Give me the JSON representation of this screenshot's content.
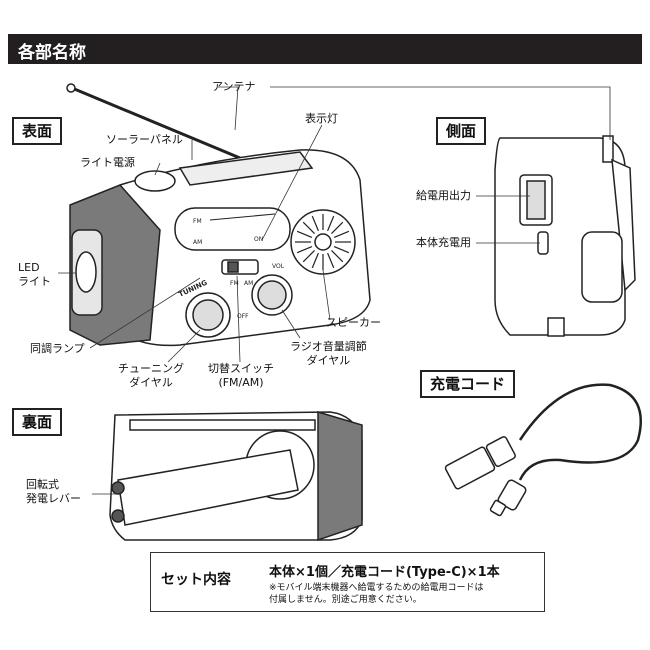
{
  "header": {
    "title": "各部名称"
  },
  "sections": {
    "front": "表面",
    "side": "側面",
    "back": "裏面",
    "cord": "充電コード"
  },
  "front_labels": {
    "antenna": "アンテナ",
    "indicator": "表示灯",
    "solar_panel": "ソーラーパネル",
    "light_power": "ライト電源",
    "led_light": "LED\nライト",
    "tuning_lamp": "同調ランプ",
    "tuning_dial": "チューニング\nダイヤル",
    "switch": "切替スイッチ\n(FM/AM)",
    "volume_dial": "ラジオ音量調節\nダイヤル",
    "speaker": "スピーカー"
  },
  "device_print": {
    "fm": "FM",
    "am": "AM",
    "on": "ON",
    "tuning": "TUNING",
    "vol": "VOL",
    "off": "OFF",
    "sw_fm": "FM",
    "sw_am": "AM"
  },
  "side_labels": {
    "power_out": "給電用出力",
    "body_charge": "本体充電用"
  },
  "back_labels": {
    "lever": "回転式\n発電レバー"
  },
  "set_contents": {
    "heading": "セット内容",
    "items": "本体×1個／充電コード(Type-C)×1本",
    "note": "※モバイル端末機器へ給電するための給電用コードは\n付属しません。別途ご用意ください。"
  },
  "colors": {
    "title_bg": "#231f20",
    "body_gray": "#7a7a7a",
    "line": "#222222"
  }
}
